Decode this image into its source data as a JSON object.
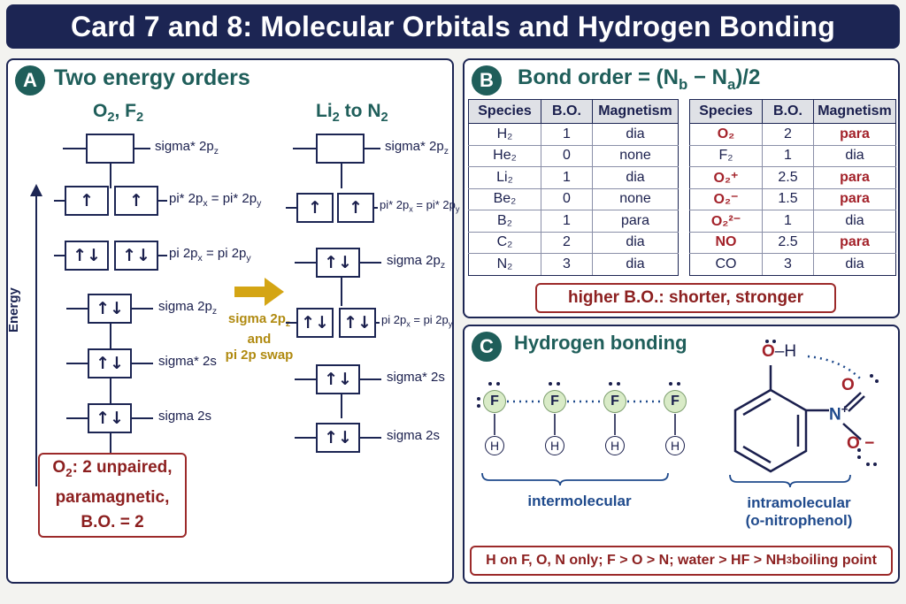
{
  "title": "Card 7 and 8: Molecular Orbitals and Hydrogen Bonding",
  "panelA": {
    "badge": "A",
    "heading": "Two energy orders",
    "left_title": "O₂, F₂",
    "right_title": "Li₂ to N₂",
    "energy_label": "Energy",
    "left_levels": [
      {
        "label": "sigma* 2pz",
        "electrons": [
          ""
        ]
      },
      {
        "label": "pi* 2px = pi* 2py",
        "electrons": [
          "↑",
          "↑"
        ]
      },
      {
        "label": "pi 2px = pi 2py",
        "electrons": [
          "↑↓",
          "↑↓"
        ]
      },
      {
        "label": "sigma 2pz",
        "electrons": [
          "↑↓"
        ]
      },
      {
        "label": "sigma* 2s",
        "electrons": [
          "↑↓"
        ]
      },
      {
        "label": "sigma 2s",
        "electrons": [
          "↑↓"
        ]
      }
    ],
    "right_levels": [
      {
        "label": "sigma* 2pz",
        "electrons": [
          ""
        ]
      },
      {
        "label": "pi* 2px = pi* 2py",
        "electrons": [
          "↑",
          "↑"
        ]
      },
      {
        "label": "sigma 2pz",
        "electrons": [
          "↑↓"
        ]
      },
      {
        "label": "pi 2px = pi 2py",
        "electrons": [
          "↑↓",
          "↑↓"
        ]
      },
      {
        "label": "sigma* 2s",
        "electrons": [
          "↑↓"
        ]
      },
      {
        "label": "sigma 2s",
        "electrons": [
          "↑↓"
        ]
      }
    ],
    "swap_note": [
      "sigma 2pz",
      "and",
      "pi 2p swap"
    ],
    "callout": [
      "O₂: 2 unpaired,",
      "paramagnetic,",
      "B.O. = 2"
    ]
  },
  "panelB": {
    "badge": "B",
    "heading": "Bond order = (Nb − Na)/2",
    "headers": [
      "Species",
      "B.O.",
      "Magnetism"
    ],
    "left_rows": [
      [
        "H₂",
        "1",
        "dia"
      ],
      [
        "He₂",
        "0",
        "none"
      ],
      [
        "Li₂",
        "1",
        "dia"
      ],
      [
        "Be₂",
        "0",
        "none"
      ],
      [
        "B₂",
        "1",
        "para"
      ],
      [
        "C₂",
        "2",
        "dia"
      ],
      [
        "N₂",
        "3",
        "dia"
      ]
    ],
    "right_rows": [
      [
        "O₂",
        "2",
        "para"
      ],
      [
        "F₂",
        "1",
        "dia"
      ],
      [
        "O₂⁺",
        "2.5",
        "para"
      ],
      [
        "O₂⁻",
        "1.5",
        "para"
      ],
      [
        "O₂²⁻",
        "1",
        "dia"
      ],
      [
        "NO",
        "2.5",
        "para"
      ],
      [
        "CO",
        "3",
        "dia"
      ]
    ],
    "note": "higher B.O.: shorter, stronger"
  },
  "panelC": {
    "badge": "C",
    "heading": "Hydrogen bonding",
    "f_atoms": [
      "F",
      "F",
      "F",
      "F"
    ],
    "h_atoms": [
      "H",
      "H",
      "H",
      "H"
    ],
    "inter_label": "intermolecular",
    "intra_label": [
      "intramolecular",
      "(o-nitrophenol)"
    ],
    "oh_label": "O–H",
    "o_top": "O",
    "n_label": "N",
    "n_charge": "+",
    "o_bottom": "O",
    "o_charge": "−",
    "note": "H on F, O, N only; F > O > N; water > HF > NH₃ boiling point"
  },
  "colors": {
    "navy": "#1c2553",
    "teal": "#1f5e5a",
    "red": "#a3222a",
    "gold": "#c9a21a",
    "blue": "#1f4a8c"
  }
}
